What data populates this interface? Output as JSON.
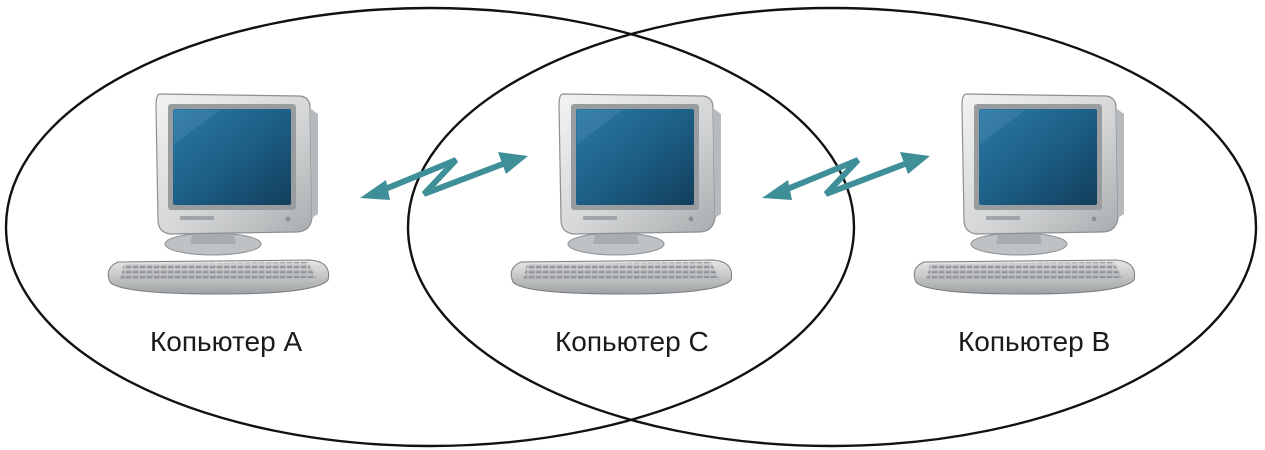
{
  "computers": [
    {
      "id": "a",
      "label": "Копьютер A"
    },
    {
      "id": "c",
      "label": "Копьютер C"
    },
    {
      "id": "b",
      "label": "Копьютер B"
    }
  ],
  "colors": {
    "range_outline": "#111111",
    "link_arrow": "#3f8f98",
    "screen": "#1e5f86",
    "case": "#d7d9da"
  },
  "icons": {
    "computer": "desktop-computer-icon",
    "link": "wireless-link-arrow-icon"
  }
}
